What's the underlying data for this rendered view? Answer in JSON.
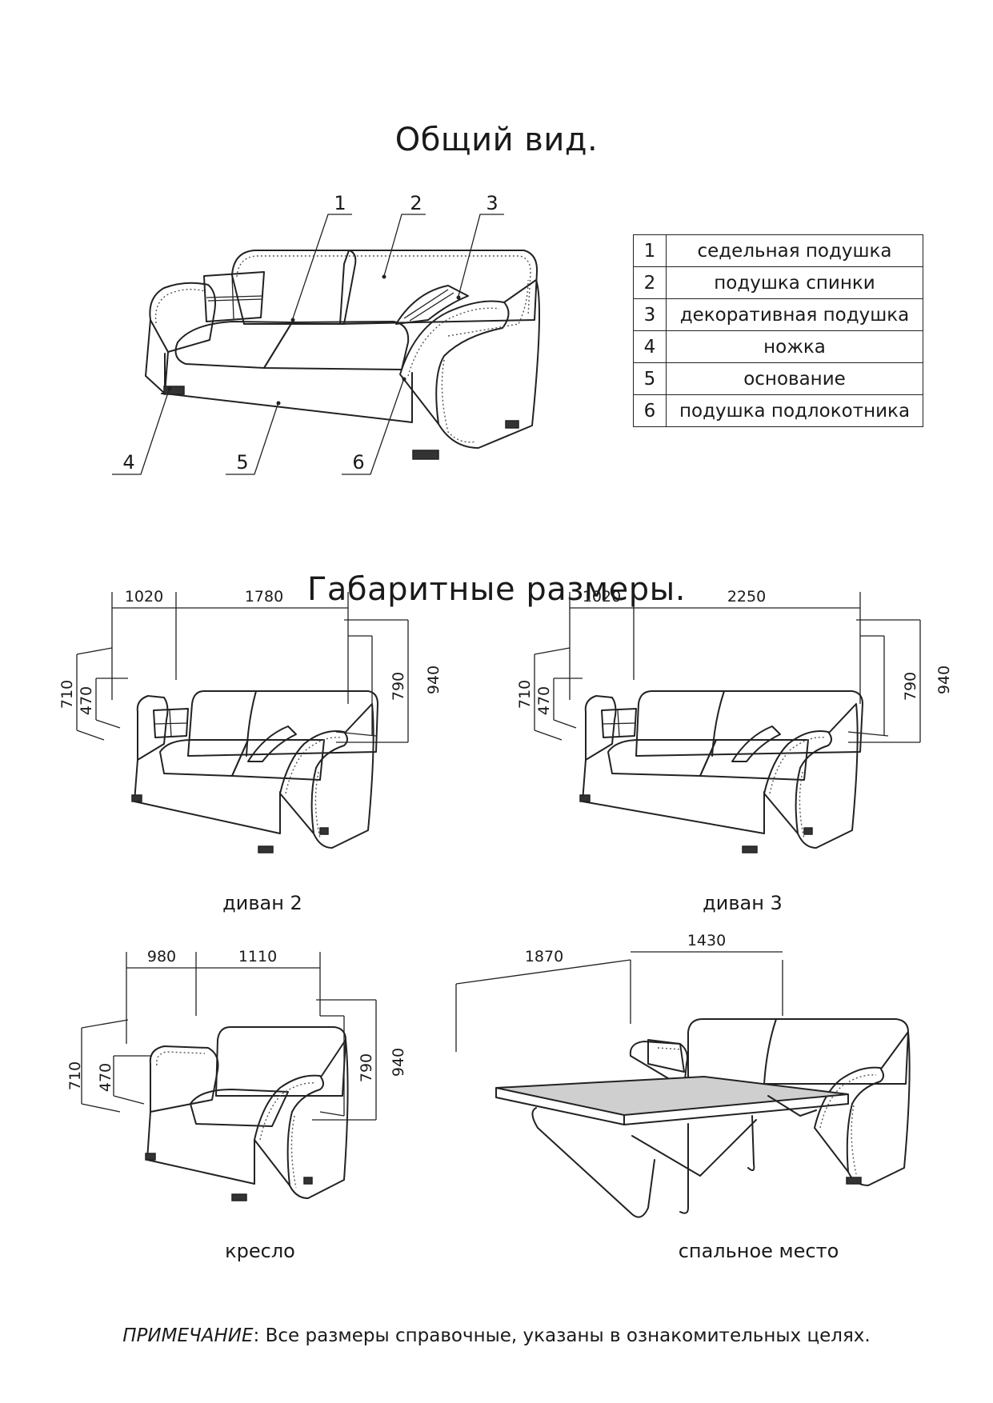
{
  "general_view": {
    "title": "Общий вид.",
    "callouts": [
      "1",
      "2",
      "3",
      "4",
      "5",
      "6"
    ]
  },
  "legend": [
    {
      "num": "1",
      "text": "седельная подушка"
    },
    {
      "num": "2",
      "text": "подушка спинки"
    },
    {
      "num": "3",
      "text": "декоративная подушка"
    },
    {
      "num": "4",
      "text": "ножка"
    },
    {
      "num": "5",
      "text": "основание"
    },
    {
      "num": "6",
      "text": "подушка подлокотника"
    }
  ],
  "dimensions": {
    "title": "Габаритные размеры.",
    "sofa2": {
      "caption": "диван 2",
      "depth": "1020",
      "width": "1780",
      "seat_height": "470",
      "arm_height": "710",
      "back_height": "790",
      "total_height": "940"
    },
    "sofa3": {
      "caption": "диван 3",
      "depth": "1020",
      "width": "2250",
      "seat_height": "470",
      "arm_height": "710",
      "back_height": "790",
      "total_height": "940"
    },
    "armchair": {
      "caption": "кресло",
      "depth": "980",
      "width": "1110",
      "seat_height": "470",
      "arm_height": "710",
      "back_height": "790",
      "total_height": "940"
    },
    "bed": {
      "caption": "спальное место",
      "length": "1870",
      "width": "1430"
    }
  },
  "note": {
    "label": "ПРИМЕЧАНИЕ",
    "text": ": Все размеры справочные, указаны в ознакомительных целях."
  }
}
